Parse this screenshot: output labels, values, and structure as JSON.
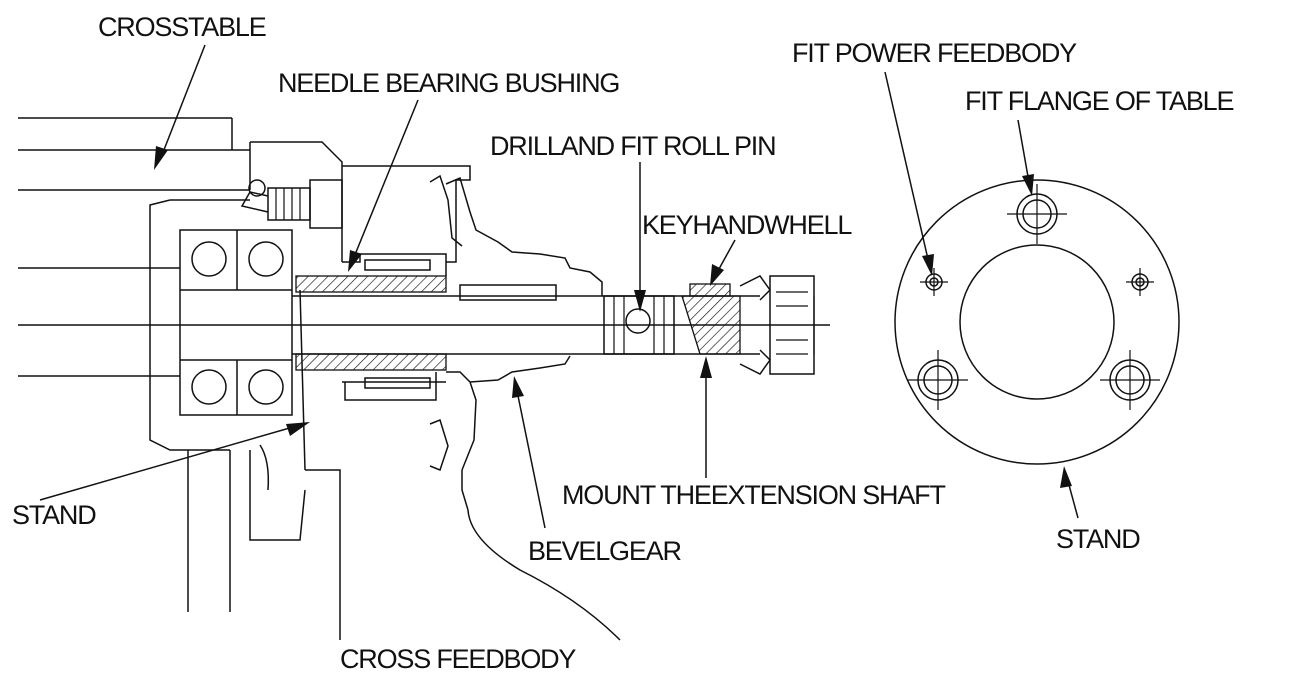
{
  "labels": {
    "crosstable": "CROSSTABLE",
    "needle_bearing_bushing": "NEEDLE BEARING BUSHING",
    "drill_and_fit_roll_pin": "DRILLAND FIT ROLL PIN",
    "key_handwheel": "KEYHANDWHELL",
    "fit_power_feed_body": "FIT POWER FEEDBODY",
    "fit_flange_of_table": "FIT FLANGE OF TABLE",
    "stand_left": "STAND",
    "stand_right": "STAND",
    "mount_extension_shaft": "MOUNT THEEXTENSION SHAFT",
    "bevel_gear": "BEVELGEAR",
    "cross_feed_body": "CROSS FEEDBODY"
  }
}
